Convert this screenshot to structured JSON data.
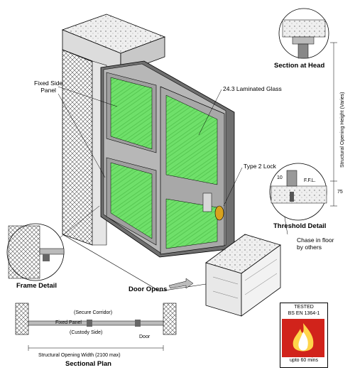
{
  "labels": {
    "fixed_side_panel": "Fixed Side\nPanel",
    "laminated_glass": "24.3 Laminated Glass",
    "type2_lock": "Type 2 Lock",
    "section_at_head": "Section at Head",
    "threshold_detail": "Threshold Detail",
    "frame_detail": "Frame Detail",
    "door_opens": "Door Opens",
    "chase_in_floor": "Chase in floor\nby others",
    "structural_opening_height": "Structural Opening Height (Varies)",
    "dim_75": "75",
    "dim_10": "10",
    "ffl": "F.F.L.",
    "secure_corridor": "(Secure Corridor)",
    "custody_side": "(Custody Side)",
    "fixed_panel": "Fixed Panel",
    "door": "Door",
    "structural_opening_width": "Structural Opening Width (2100 max)",
    "sectional_plan": "Sectional Plan"
  },
  "fire_badge": {
    "line1": "TESTED",
    "line2": "BS EN 1364-1",
    "bottom": "upto 60 mins",
    "icon": "flame-icon"
  },
  "colors": {
    "glass": "#6fe06a",
    "frame": "#b7b7b7",
    "frame_dark": "#6f6f6f",
    "fire_red": "#d1231b",
    "lock_gold": "#d8a21d"
  }
}
